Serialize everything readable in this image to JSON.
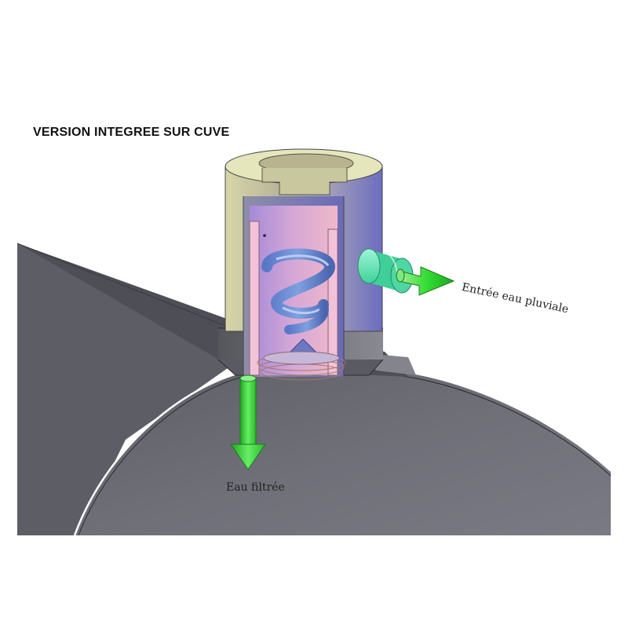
{
  "diagram": {
    "title": "VERSION INTEGREE SUR CUVE",
    "labels": {
      "inlet": "Entrée eau pluviale",
      "outlet": "Eau filtrée"
    },
    "components": [
      {
        "name": "tank",
        "icon": "tank-hull-icon",
        "color": "#6f6f78"
      },
      {
        "name": "filter-housing",
        "icon": "cylinder-housing-icon",
        "color": "#d9d9b0"
      },
      {
        "name": "filter-cartridge",
        "icon": "spiral-filter-icon",
        "color": "#c9a3d9"
      },
      {
        "name": "inlet-pipe",
        "icon": "inlet-pipe-icon",
        "color": "#66e0b0"
      },
      {
        "name": "inlet-arrow",
        "icon": "arrow-right-icon",
        "color": "#33dd33"
      },
      {
        "name": "outlet-arrow",
        "icon": "arrow-down-icon",
        "color": "#33dd33"
      }
    ]
  }
}
